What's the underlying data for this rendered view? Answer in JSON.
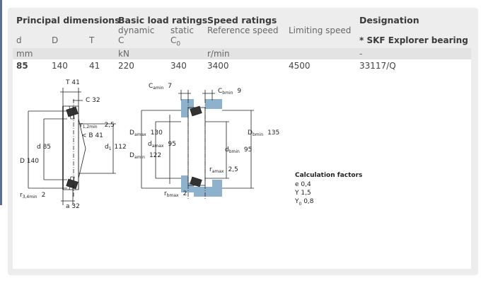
{
  "header": {
    "principal": "Principal dimensions",
    "basic_load": "Basic load ratings",
    "speed": "Speed ratings",
    "designation": "Designation",
    "dynamic": "dynamic",
    "static": "static",
    "reference_speed": "Reference speed",
    "limiting_speed": "Limiting speed",
    "skf_explorer": "* SKF Explorer bearing",
    "col_d": "d",
    "col_D": "D",
    "col_T": "T",
    "col_C": "C",
    "col_C0": "C",
    "col_C0_sub": "0"
  },
  "units": {
    "mm": "mm",
    "kN": "kN",
    "rmin": "r/min",
    "dash": "-"
  },
  "values": {
    "d": "85",
    "D": "140",
    "T": "41",
    "C": "220",
    "C0": "340",
    "ref_speed": "3400",
    "lim_speed": "4500",
    "designation": "33117/Q"
  },
  "drawing1": {
    "T": "T  41",
    "C": "C  32",
    "r12_main": "r",
    "r12_sub": "1,2min",
    "r12_val": "2,5",
    "B": "B  41",
    "d": "d  85",
    "d1_main": "d",
    "d1_sub": "1",
    "d1_val": "112",
    "D": "D  140",
    "r34_main": "r",
    "r34_sub": "3,4min",
    "r34_val": "2",
    "a": "a  32"
  },
  "drawing2": {
    "camin_main": "C",
    "camin_sub": "amin",
    "camin_val": "7",
    "cbmin_main": "C",
    "cbmin_sub": "bmin",
    "cbmin_val": "9",
    "damax_main": "D",
    "damax_sub": "amax",
    "damax_val": "130",
    "da_main": "d",
    "da_sub": "amax",
    "da_val": "95",
    "Damin_main": "D",
    "Damin_sub": "amin",
    "Damin_val": "122",
    "Dbmin_main": "D",
    "Dbmin_sub": "bmin",
    "Dbmin_val": "135",
    "dbmin_main": "d",
    "dbmin_sub": "bmin",
    "dbmin_val": "95",
    "ramax_main": "r",
    "ramax_sub": "amax",
    "ramax_val": "2,5",
    "rbmax_main": "r",
    "rbmax_sub": "bmax",
    "rbmax_val": "2"
  },
  "calculation": {
    "title": "Calculation factors",
    "e": "e  0,4",
    "Y": "Y  1,5",
    "Y0_main": "Y",
    "Y0_sub": "0",
    "Y0_val": "0,8"
  },
  "colors": {
    "accent_blue": "#8fb2cc",
    "panel_bg": "#ededed",
    "unit_row": "#e3e3e3"
  }
}
